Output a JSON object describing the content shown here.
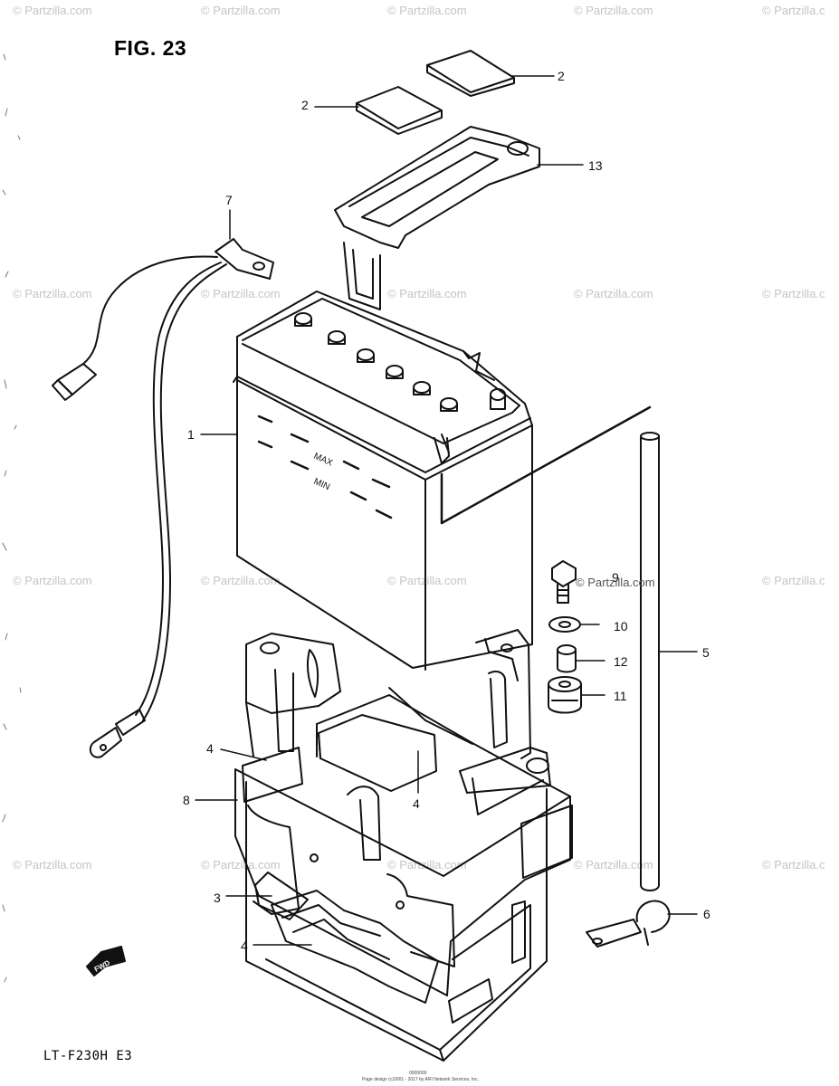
{
  "figure": {
    "title": "FIG. 23",
    "model": "LT-F230H  E3"
  },
  "watermarks": {
    "row1": [
      "© Partzilla.com",
      "© Partzilla.com",
      "© Partzilla.com",
      "© Partzilla.com",
      "© Partzilla.c"
    ],
    "row2": [
      "© Partzilla.com",
      "© Partzilla.com",
      "© Partzilla.com",
      "© Partzilla.com",
      "© Partzilla.c"
    ],
    "row3": [
      "© Partzilla.com",
      "© Partzilla.com",
      "© Partzilla.com",
      "© Partzilla.c"
    ],
    "row4": [
      "© Partzilla.com",
      "© Partzilla.com",
      "© Partzilla.com",
      "© Partzilla.com",
      "© Partzilla.c"
    ]
  },
  "callouts": {
    "pad_right": "2",
    "pad_left": "2",
    "holder_plate": "13",
    "lead_wire": "7",
    "battery": "1",
    "breather_tube": "5",
    "bolt": "9",
    "washer": "10",
    "spacer": "12",
    "cushion": "11",
    "cushion_left": "4",
    "case": "8",
    "cushion_center": "4",
    "cushion_lower": "3",
    "cushion_bottom": "4",
    "clamp": "6"
  },
  "battery_labels": {
    "max": "MAX",
    "min": "MIN"
  },
  "fwd_label": "FWD",
  "bolt_watermark": "© Partzilla.com",
  "footer_fine": [
    "0000000",
    "Page design (c)2001 - 2017 by ARI Network Services, Inc."
  ]
}
